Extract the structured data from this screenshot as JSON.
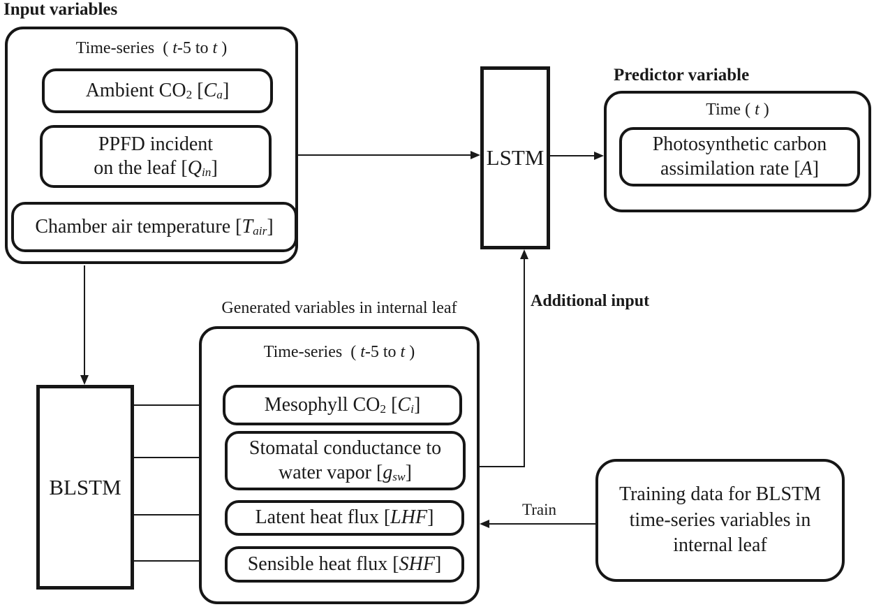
{
  "diagram": {
    "colors": {
      "background": "#ffffff",
      "line": "#1a1a1a",
      "text": "#1a1a1a"
    },
    "input_group": {
      "heading": "Input variables",
      "timeseries_label": [
        {
          "t": "Time-series  ( "
        },
        {
          "t": "t",
          "s": "i"
        },
        {
          "t": "-5 to "
        },
        {
          "t": "t",
          "s": "i"
        },
        {
          "t": " )"
        }
      ],
      "ambient": [
        {
          "t": "Ambient CO"
        },
        {
          "t": "2",
          "s": "s"
        },
        {
          "t": " ["
        },
        {
          "t": "C",
          "s": "i"
        },
        {
          "t": "a",
          "s": "is"
        },
        {
          "t": "]"
        }
      ],
      "ppfd_line1": [
        {
          "t": "PPFD incident"
        }
      ],
      "ppfd_line2": [
        {
          "t": "on the leaf ["
        },
        {
          "t": "Q",
          "s": "i"
        },
        {
          "t": "in",
          "s": "is"
        },
        {
          "t": "]"
        }
      ],
      "chamber": [
        {
          "t": "Chamber air temperature ["
        },
        {
          "t": "T",
          "s": "i"
        },
        {
          "t": "air",
          "s": "is"
        },
        {
          "t": "]"
        }
      ]
    },
    "lstm_label": "LSTM",
    "blstm_label": "BLSTM",
    "predictor_group": {
      "heading": "Predictor variable",
      "time_label": [
        {
          "t": "Time ( "
        },
        {
          "t": "t",
          "s": "i"
        },
        {
          "t": " )"
        }
      ],
      "photo_line1": [
        {
          "t": "Photosynthetic carbon"
        }
      ],
      "photo_line2": [
        {
          "t": "assimilation rate ["
        },
        {
          "t": "A",
          "s": "i"
        },
        {
          "t": "]"
        }
      ]
    },
    "generated_group": {
      "heading": "Generated variables in internal leaf",
      "timeseries_label": [
        {
          "t": "Time-series  ( "
        },
        {
          "t": "t",
          "s": "i"
        },
        {
          "t": "-5 to "
        },
        {
          "t": "t",
          "s": "i"
        },
        {
          "t": " )"
        }
      ],
      "mesophyll": [
        {
          "t": "Mesophyll CO"
        },
        {
          "t": "2",
          "s": "s"
        },
        {
          "t": " ["
        },
        {
          "t": "C",
          "s": "i"
        },
        {
          "t": "i",
          "s": "is"
        },
        {
          "t": "]"
        }
      ],
      "stomatal_line1": [
        {
          "t": "Stomatal conductance to"
        }
      ],
      "stomatal_line2": [
        {
          "t": "water vapor ["
        },
        {
          "t": "g",
          "s": "i"
        },
        {
          "t": "sw",
          "s": "is"
        },
        {
          "t": "]"
        }
      ],
      "latent": [
        {
          "t": "Latent heat flux ["
        },
        {
          "t": "LHF",
          "s": "i"
        },
        {
          "t": "]"
        }
      ],
      "sensible": [
        {
          "t": "Sensible heat flux ["
        },
        {
          "t": "SHF",
          "s": "i"
        },
        {
          "t": "]"
        }
      ]
    },
    "training_box": {
      "line1": "Training data for BLSTM",
      "line2": "time-series variables in",
      "line3": "internal leaf"
    },
    "arrow_labels": {
      "additional_input": "Additional input",
      "train": "Train"
    }
  }
}
